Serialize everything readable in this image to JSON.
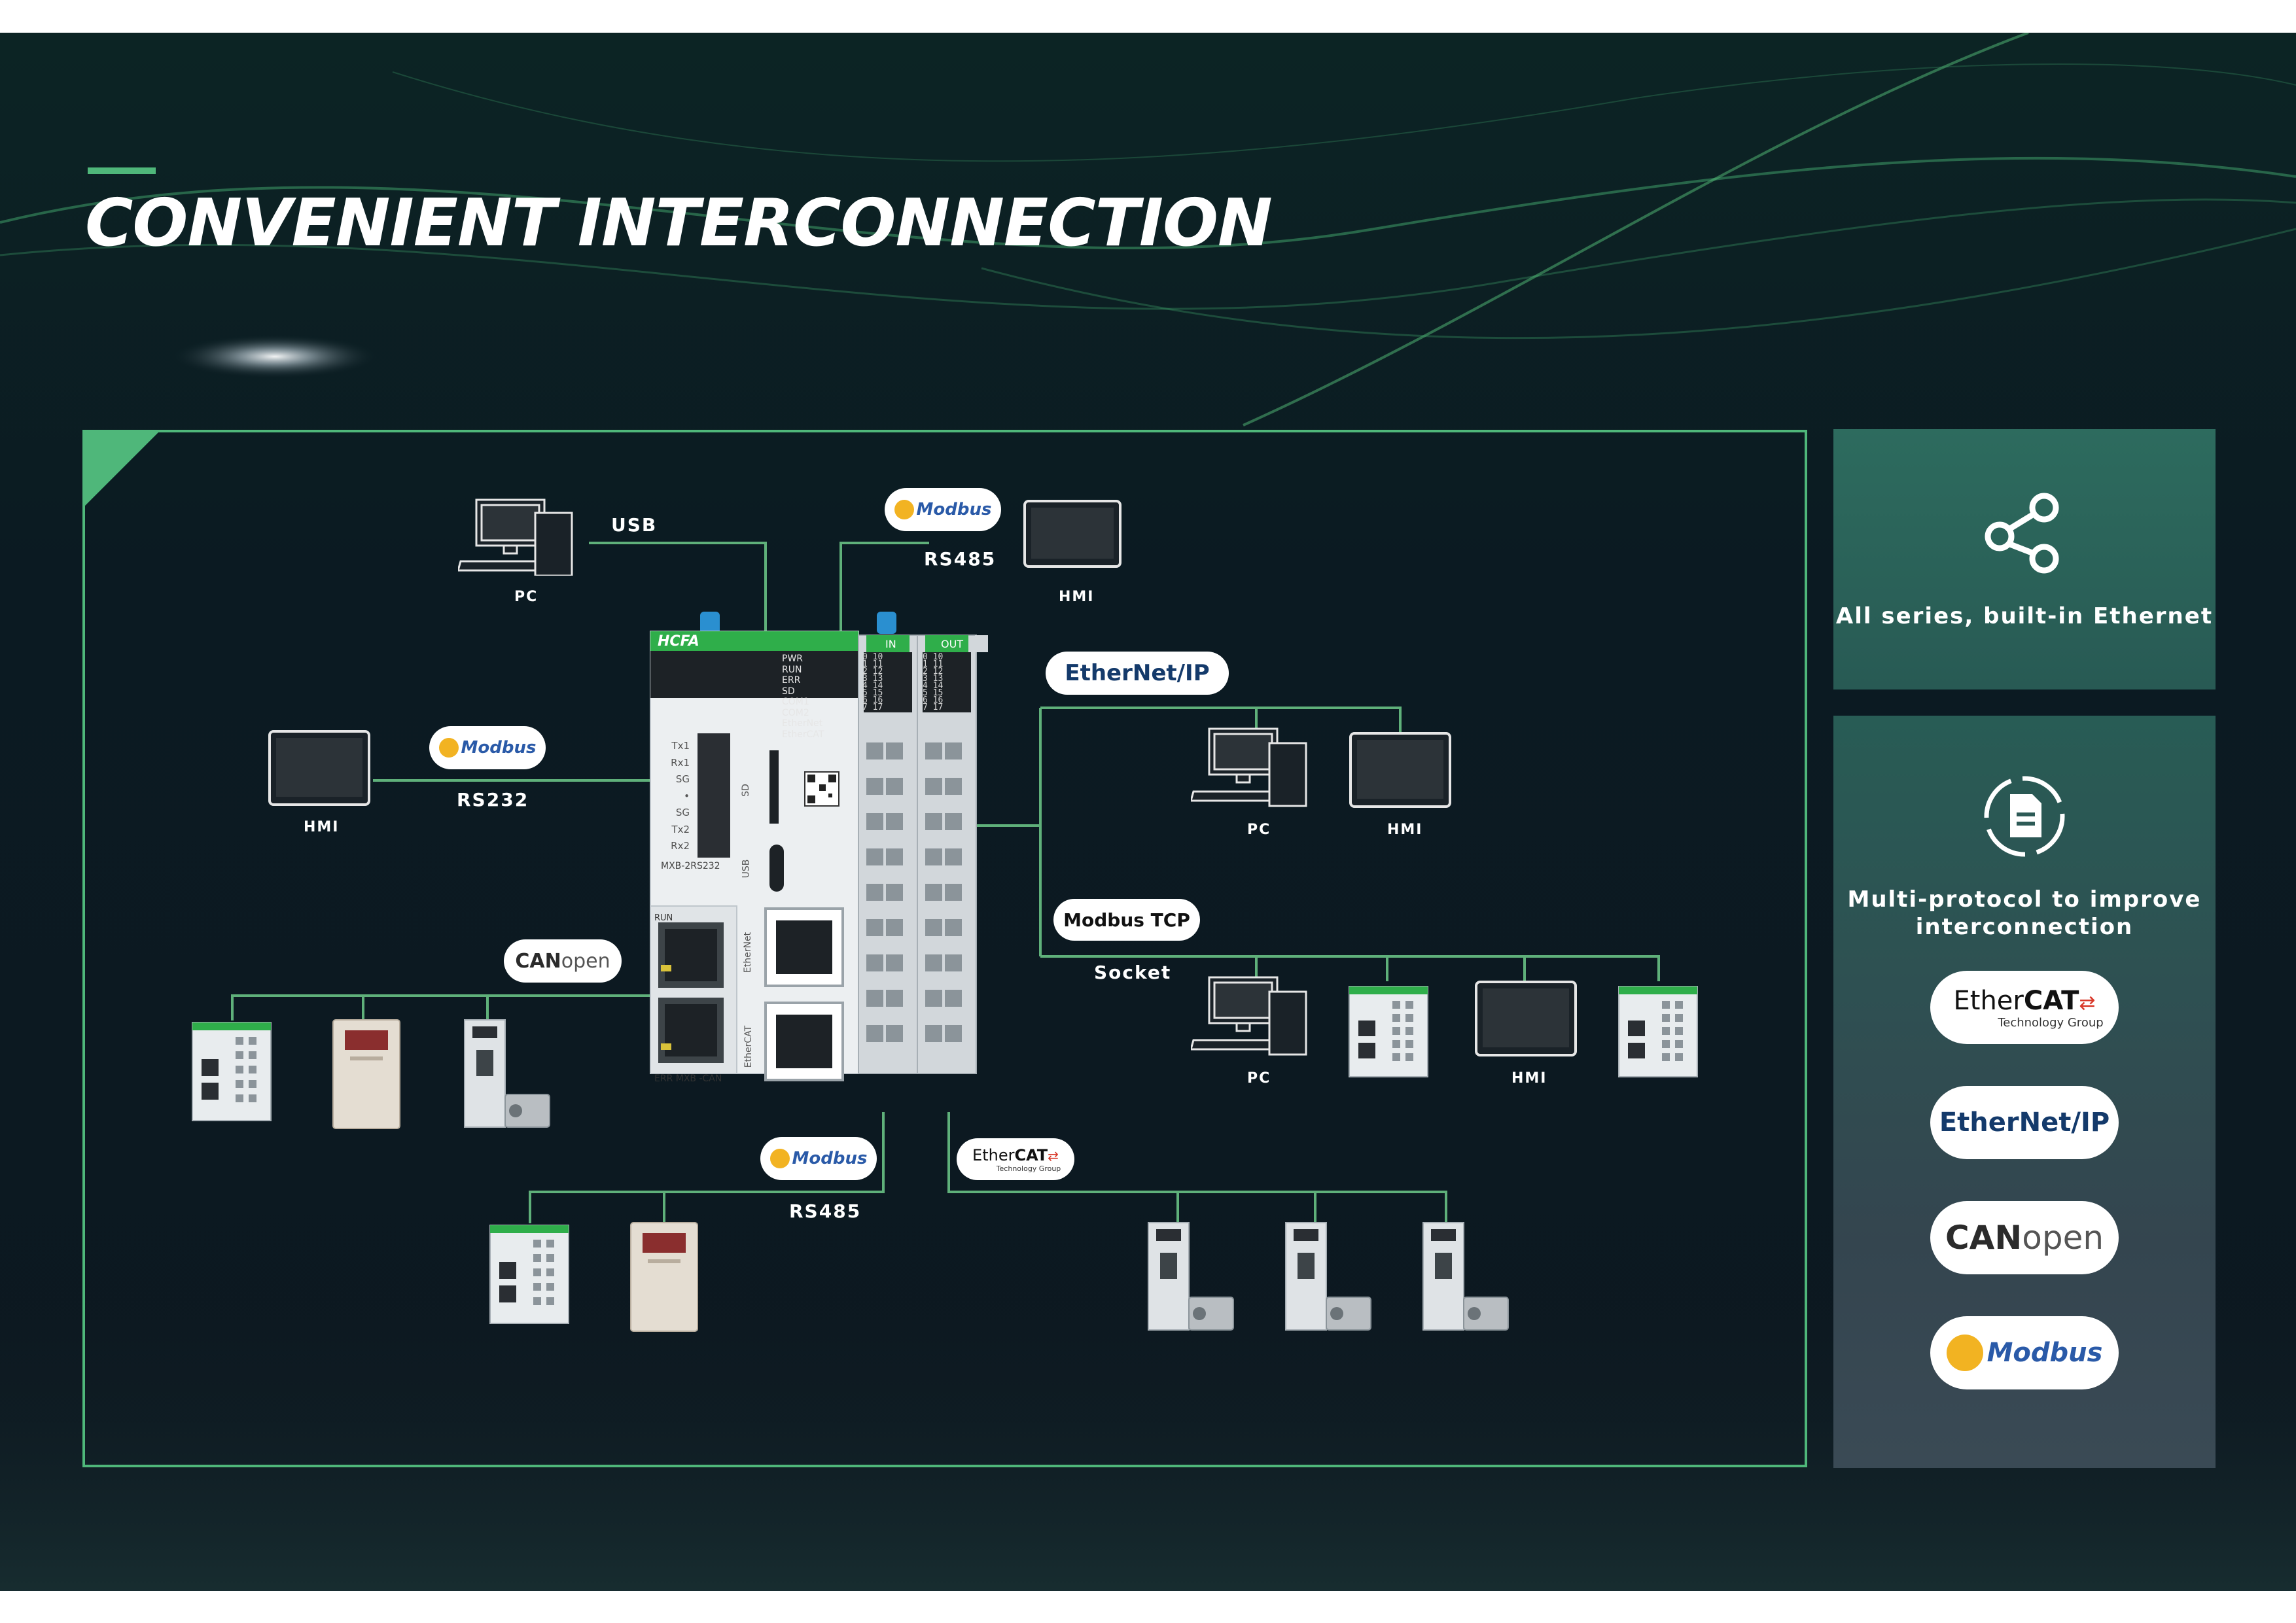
{
  "title": "CONVENIENT INTERCONNECTION",
  "colors": {
    "accent": "#4fb77a",
    "background": "#0d1a24",
    "panel": "#2c5e56",
    "line": "#5fb07a"
  },
  "diagram": {
    "controller": {
      "brand": "HCFA",
      "leds": [
        "PWR",
        "RUN",
        "ERR",
        "SD",
        "COM1",
        "COM2",
        "EtherNet",
        "EtherCAT"
      ],
      "rs232_pins": [
        "Tx1",
        "Rx1",
        "SG",
        "•",
        "SG",
        "Tx2",
        "Rx2"
      ],
      "module_232": "MXB-2RS232",
      "module_can": "ERR MXB -CAN",
      "can_run": "RUN",
      "sd_label": "SD",
      "usb_label": "USB",
      "ethernet_label": "EtherNet",
      "ethercat_label": "EtherCAT",
      "in_label": "IN",
      "out_label": "OUT",
      "in_rows_left": [
        "0",
        "1",
        "2",
        "3",
        "4",
        "5",
        "6",
        "7"
      ],
      "in_rows_right": [
        "10",
        "11",
        "12",
        "13",
        "14",
        "15",
        "16",
        "17"
      ]
    },
    "usb": {
      "label": "USB",
      "device": "PC"
    },
    "rs485_top": {
      "protocol": "Modbus",
      "label": "RS485",
      "device": "HMI"
    },
    "rs232": {
      "protocol": "Modbus",
      "label": "RS232",
      "device": "HMI"
    },
    "canopen": {
      "protocol_a": "CAN",
      "protocol_b": "open"
    },
    "ethernet_ip": {
      "protocol_a": "Ether",
      "protocol_b": "Net/IP",
      "devices": [
        "PC",
        "HMI"
      ]
    },
    "modbus_tcp": {
      "label": "Modbus TCP",
      "sublabel": "Socket",
      "devices": [
        "PC",
        "HMI"
      ]
    },
    "rs485_bottom": {
      "protocol": "Modbus",
      "label": "RS485"
    },
    "ethercat": {
      "protocol_a": "Ether",
      "protocol_b": "CAT",
      "sub": "Technology Group"
    }
  },
  "side_panels": [
    {
      "icon": "share-icon",
      "text": "All series, built-in Ethernet"
    },
    {
      "icon": "document-protocol-icon",
      "text_line1": "Multi-protocol to improve",
      "text_line2": "interconnection",
      "badges": [
        {
          "a": "Ether",
          "b": "CAT",
          "sub": "Technology Group"
        },
        {
          "a": "Ether",
          "b": "Net/IP"
        },
        {
          "a": "CAN",
          "b": "open"
        },
        {
          "a": "",
          "b": "Modbus"
        }
      ]
    }
  ]
}
